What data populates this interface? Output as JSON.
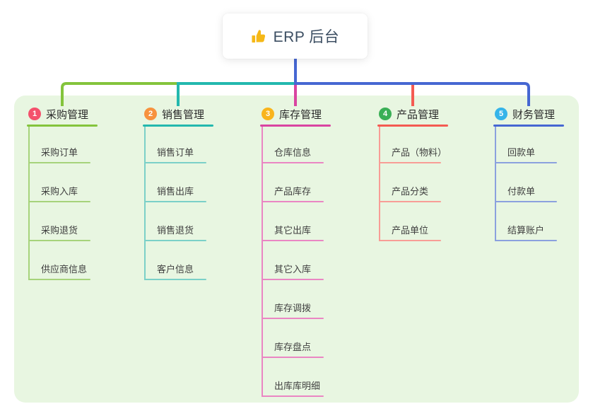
{
  "root": {
    "title": "ERP 后台",
    "icon": "thumbs-up-icon"
  },
  "branches": [
    {
      "num": "1",
      "title": "采购管理",
      "badge_color": "#f4516c",
      "line_color": "#84c43c",
      "child_line_color": "#a6d37b",
      "children": [
        "采购订单",
        "采购入库",
        "采购退货",
        "供应商信息"
      ]
    },
    {
      "num": "2",
      "title": "销售管理",
      "badge_color": "#f7923e",
      "line_color": "#23b8ae",
      "child_line_color": "#7bd0c8",
      "children": [
        "销售订单",
        "销售出库",
        "销售退货",
        "客户信息"
      ]
    },
    {
      "num": "3",
      "title": "库存管理",
      "badge_color": "#f9b41b",
      "line_color": "#d944a1",
      "child_line_color": "#ea86c3",
      "children": [
        "仓库信息",
        "产品库存",
        "其它出库",
        "其它入库",
        "库存调拨",
        "库存盘点",
        "出库库明细"
      ]
    },
    {
      "num": "4",
      "title": "产品管理",
      "badge_color": "#3aaf56",
      "line_color": "#f45b52",
      "child_line_color": "#f89d96",
      "children": [
        "产品（物料）",
        "产品分类",
        "产品单位"
      ]
    },
    {
      "num": "5",
      "title": "财务管理",
      "badge_color": "#35b4e9",
      "line_color": "#4667d2",
      "child_line_color": "#8ba1de",
      "children": [
        "回款单",
        "付款单",
        "结算账户"
      ]
    }
  ],
  "connector": {
    "root_line_color": "#4667d2"
  },
  "colors": {
    "panel_bg": "#e8f6e1",
    "root_text": "#3b4d61",
    "thumb_gold": "#f5b817"
  }
}
